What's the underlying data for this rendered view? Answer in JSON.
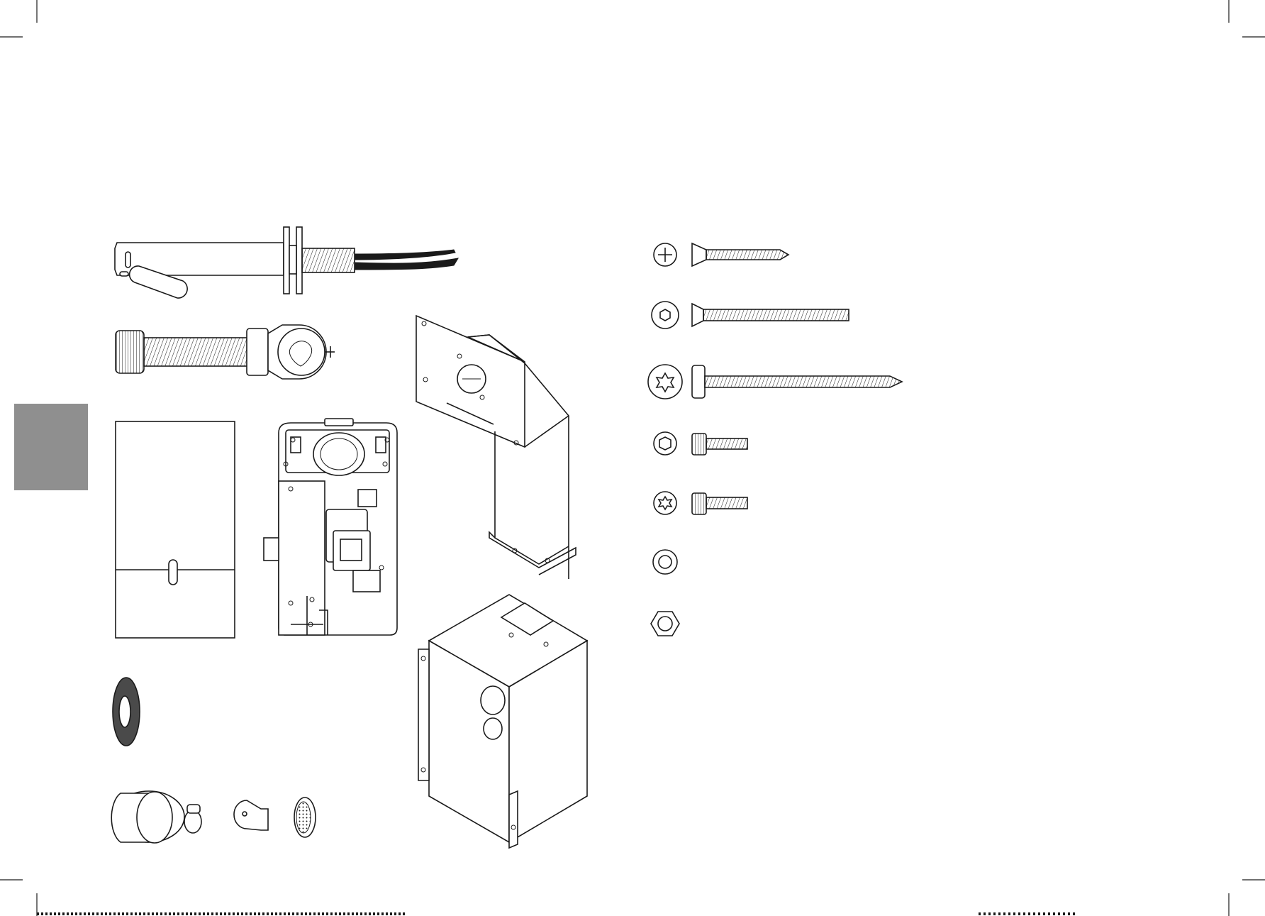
{
  "page": {
    "background": "#ffffff",
    "line_color": "#1a1a1a",
    "section_tab_color": "#8f8f8f",
    "gasket_color": "#4a4a4a"
  },
  "parts": [
    {
      "id": "spout",
      "icon": "spout-with-cable"
    },
    {
      "id": "flexible-hose",
      "icon": "corrugated-hose-with-coupling"
    },
    {
      "id": "cover-plate",
      "icon": "cover-plate-with-slot"
    },
    {
      "id": "control-housing",
      "icon": "electronic-control-housing"
    },
    {
      "id": "mounting-bracket",
      "icon": "angled-mounting-bracket"
    },
    {
      "id": "mounting-box",
      "icon": "concealed-mounting-box"
    },
    {
      "id": "gasket",
      "icon": "rubber-ring-gasket"
    },
    {
      "id": "rosette",
      "icon": "rosette-sleeve"
    },
    {
      "id": "hose-clamp",
      "icon": "hose-clamp"
    },
    {
      "id": "special-key",
      "icon": "special-key"
    },
    {
      "id": "aerator",
      "icon": "aerator-insert"
    }
  ],
  "fasteners": [
    {
      "id": "countersunk-phillips-wood-screw",
      "head": "phillips-head-icon",
      "length": "long",
      "pointed": true
    },
    {
      "id": "countersunk-hex-machine-screw",
      "head": "hex-socket-icon",
      "length": "long",
      "pointed": false
    },
    {
      "id": "pan-torx-wood-screw",
      "head": "torx-head-icon",
      "length": "longest",
      "pointed": true
    },
    {
      "id": "hex-socket-cap-screw",
      "head": "hex-socket-icon",
      "length": "short",
      "pointed": false
    },
    {
      "id": "torx-cap-screw",
      "head": "torx-head-icon",
      "length": "short",
      "pointed": false
    },
    {
      "id": "washer",
      "head": "washer-icon",
      "length": "none",
      "pointed": false
    },
    {
      "id": "hex-nut",
      "head": "hex-nut-icon",
      "length": "none",
      "pointed": false
    }
  ]
}
